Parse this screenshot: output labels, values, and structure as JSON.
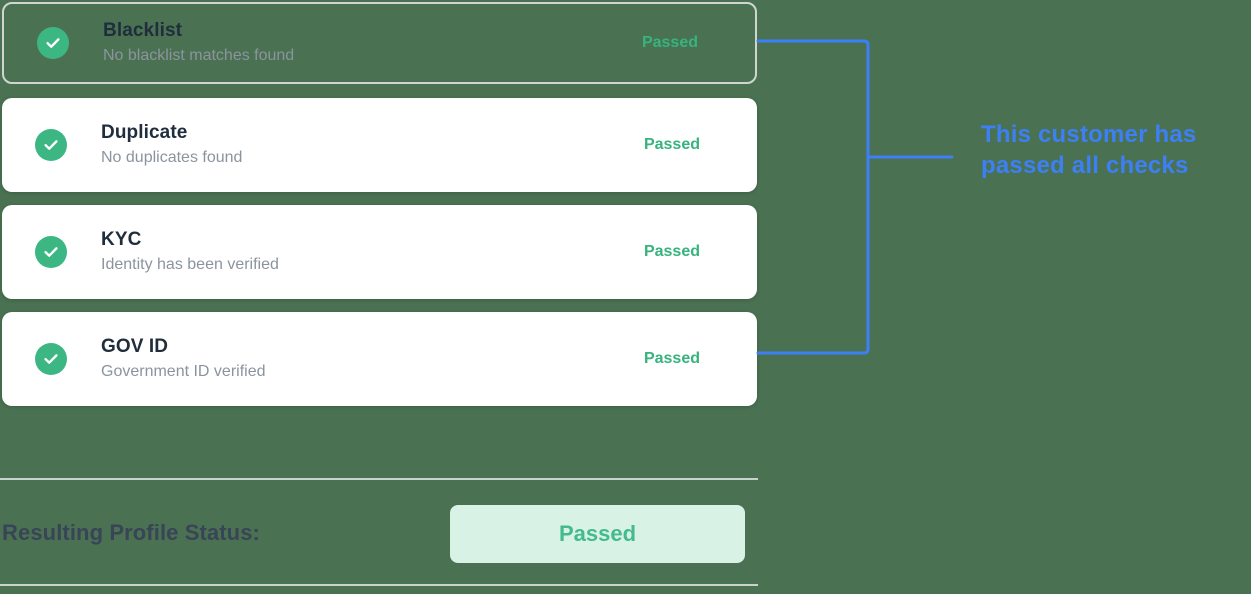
{
  "theme": {
    "background": "#4a7252",
    "card_background": "#ffffff",
    "accent_green": "#36b37e",
    "icon_green": "#3cb784",
    "accent_blue": "#3d7ff5",
    "title_color": "#1f2d3d",
    "subtitle_color": "#8b949e",
    "pill_background": "#d8f2e5",
    "divider_color": "#c9d2cd"
  },
  "checks": [
    {
      "id": "blacklist",
      "title": "Blacklist",
      "subtitle": "No blacklist matches found",
      "status": "Passed",
      "icon": "check-circle-icon",
      "state": "ghost"
    },
    {
      "id": "duplicate",
      "title": "Duplicate",
      "subtitle": "No duplicates found",
      "status": "Passed",
      "icon": "check-circle-icon",
      "state": "default"
    },
    {
      "id": "kyc",
      "title": "KYC",
      "subtitle": "Identity has been verified",
      "status": "Passed",
      "icon": "check-circle-icon",
      "state": "default"
    },
    {
      "id": "gov-id",
      "title": "GOV ID",
      "subtitle": "Government ID verified",
      "status": "Passed",
      "icon": "check-circle-icon",
      "state": "default"
    }
  ],
  "callout": {
    "line1": "This customer has",
    "line2": "passed all checks"
  },
  "result": {
    "label": "Resulting Profile Status:",
    "status": "Passed"
  }
}
